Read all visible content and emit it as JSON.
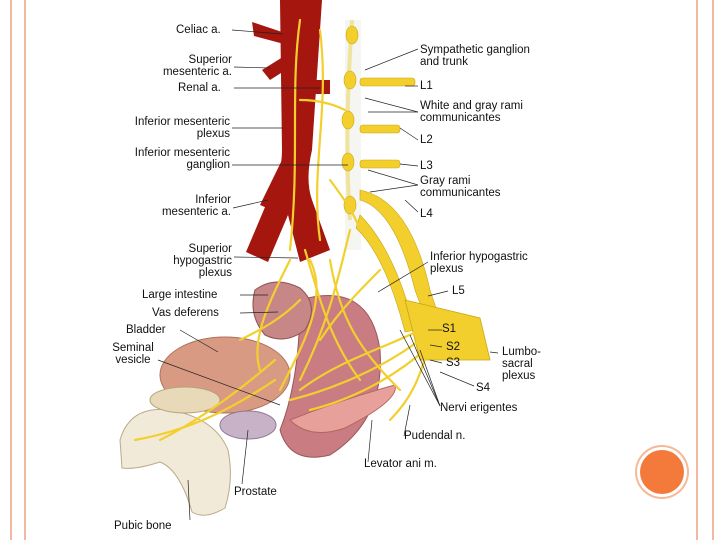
{
  "colors": {
    "frame": "#f2b8a2",
    "accent_dot": "#f47a3b",
    "nerve": "#f3cf2e",
    "artery": "#a5160f",
    "organ": "#d99a84",
    "bone": "#f2ead8"
  },
  "labels": {
    "celiac": "Celiac a.",
    "sup_mesenteric_1": "Superior",
    "sup_mesenteric_2": "mesenteric a.",
    "renal": "Renal a.",
    "inf_mes_plexus_1": "Inferior mesenteric",
    "inf_mes_plexus_2": "plexus",
    "inf_mes_ganglion_1": "Inferior mesenteric",
    "inf_mes_ganglion_2": "ganglion",
    "inf_mes_artery_1": "Inferior",
    "inf_mes_artery_2": "mesenteric a.",
    "sup_hypogastric_1": "Superior",
    "sup_hypogastric_2": "hypogastric",
    "sup_hypogastric_3": "plexus",
    "large_intestine": "Large intestine",
    "vas_deferens": "Vas deferens",
    "bladder": "Bladder",
    "seminal_1": "Seminal",
    "seminal_2": "vesicle",
    "prostate": "Prostate",
    "pubic_bone": "Pubic bone",
    "sympathetic_1": "Sympathetic ganglion",
    "sympathetic_2": "and trunk",
    "l1": "L1",
    "white_gray_1": "White and gray rami",
    "white_gray_2": "communicantes",
    "l2": "L2",
    "l3": "L3",
    "gray_rami_1": "Gray rami",
    "gray_rami_2": "communicantes",
    "l4": "L4",
    "inf_hypogastric_1": "Inferior hypogastric",
    "inf_hypogastric_2": "plexus",
    "l5": "L5",
    "s1": "S1",
    "s2": "S2",
    "s3": "S3",
    "s4": "S4",
    "lumbosacral_1": "Lumbo-",
    "lumbosacral_2": "sacral",
    "lumbosacral_3": "plexus",
    "nervi_erigentes": "Nervi erigentes",
    "pudendal": "Pudendal n.",
    "levator": "Levator ani m."
  }
}
